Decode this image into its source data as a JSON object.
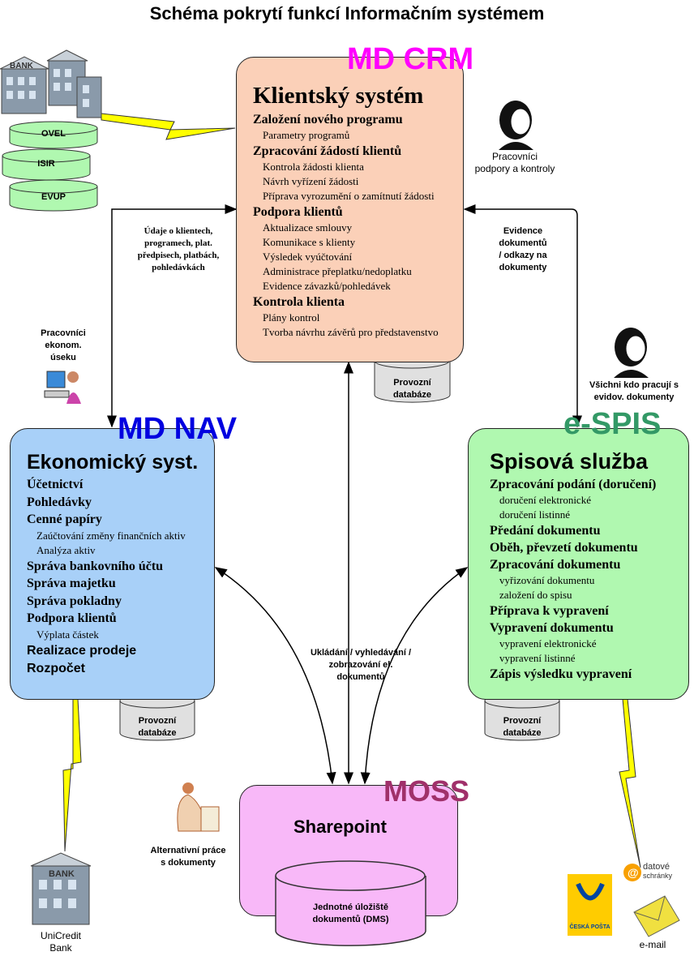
{
  "title": "Schéma pokrytí funkcí Informačním systémem",
  "crm": {
    "brand": "MD CRM",
    "brand_color": "#ff00ff",
    "fill": "#fbd0b8",
    "system": "Klientský systém",
    "lines": [
      {
        "t": "h",
        "text": "Založení nového programu"
      },
      {
        "t": "s",
        "text": "Parametry programů"
      },
      {
        "t": "h",
        "text": "Zpracování žádostí klientů"
      },
      {
        "t": "s",
        "text": "Kontrola žádosti klienta"
      },
      {
        "t": "s",
        "text": "Návrh vyřízení žádosti"
      },
      {
        "t": "s",
        "text": "Příprava vyrozumění o zamítnutí žádosti"
      },
      {
        "t": "h",
        "text": "Podpora klientů"
      },
      {
        "t": "s",
        "text": "Aktualizace smlouvy"
      },
      {
        "t": "s",
        "text": "Komunikace s klienty"
      },
      {
        "t": "s",
        "text": "Výsledek vyúčtování"
      },
      {
        "t": "s",
        "text": "Administrace přeplatku/nedoplatku"
      },
      {
        "t": "s",
        "text": "Evidence závazků/pohledávek"
      },
      {
        "t": "h",
        "text": "Kontrola klienta"
      },
      {
        "t": "s",
        "text": "Plány kontrol"
      },
      {
        "t": "s",
        "text": "Tvorba návrhu závěrů pro představenstvo"
      }
    ],
    "db": [
      "Provozní",
      "databáze"
    ]
  },
  "nav": {
    "brand": "MD NAV",
    "brand_color": "#0000e0",
    "fill": "#a8d0f8",
    "system": "Ekonomický syst.",
    "lines": [
      {
        "t": "h",
        "text": "Účetnictví"
      },
      {
        "t": "h",
        "text": "Pohledávky"
      },
      {
        "t": "h",
        "text": "Cenné papíry"
      },
      {
        "t": "s",
        "text": "Zaúčtování změny finančních aktiv"
      },
      {
        "t": "s",
        "text": "Analýza aktiv"
      },
      {
        "t": "h",
        "text": "Správa bankovního účtu"
      },
      {
        "t": "h",
        "text": "Správa majetku"
      },
      {
        "t": "h",
        "text": "Správa pokladny"
      },
      {
        "t": "h",
        "text": "Podpora klientů"
      },
      {
        "t": "s",
        "text": "Výplata částek"
      },
      {
        "t": "hs",
        "text": "Realizace prodeje"
      },
      {
        "t": "hs",
        "text": "Rozpočet"
      }
    ],
    "db": [
      "Provozní",
      "databáze"
    ]
  },
  "spis": {
    "brand": "e-SPIS",
    "brand_color": "#339966",
    "fill": "#b0f8b0",
    "system": "Spisová služba",
    "lines": [
      {
        "t": "h",
        "text": "Zpracování podání (doručení)"
      },
      {
        "t": "s",
        "text": "doručení elektronické"
      },
      {
        "t": "s",
        "text": "doručení listinné"
      },
      {
        "t": "h",
        "text": "Předání dokumentu"
      },
      {
        "t": "h",
        "text": "Oběh, převzetí dokumentu"
      },
      {
        "t": "h",
        "text": "Zpracování dokumentu"
      },
      {
        "t": "s",
        "text": "vyřizování dokumentu"
      },
      {
        "t": "s",
        "text": "založení do spisu"
      },
      {
        "t": "h",
        "text": "Příprava k vypravení"
      },
      {
        "t": "h",
        "text": "Vypravení dokumentu"
      },
      {
        "t": "s",
        "text": "vypravení elektronické"
      },
      {
        "t": "s",
        "text": "vypravení listinné"
      },
      {
        "t": "h",
        "text": "Zápis výsledku vypravení"
      }
    ],
    "db": [
      "Provozní",
      "databáze"
    ]
  },
  "moss": {
    "brand": "MOSS",
    "brand_color": "#a0306a",
    "fill": "#f8b8f8",
    "system": "Sharepoint",
    "db": [
      "Jednotné úložiště",
      "dokumentů (DMS)"
    ]
  },
  "registers": [
    "OVEL",
    "ISIR",
    "EVUP"
  ],
  "labels": {
    "support": [
      "Pracovníci",
      "podpory a kontroly"
    ],
    "econ": [
      "Pracovníci",
      "ekonom.",
      "úseku"
    ],
    "all": [
      "Všichni kdo pracují s",
      "evidov. dokumenty"
    ],
    "left_flow": [
      "Údaje o klientech,",
      "programech, plat.",
      "předpisech, platbách,",
      "pohledávkách"
    ],
    "right_flow": [
      "Evidence",
      "dokumentů",
      "/ odkazy na",
      "dokumenty"
    ],
    "center_flow": [
      "Ukládání / vyhledávání /",
      "zobrazování el.",
      "dokumentů"
    ],
    "alt": [
      "Alternativní práce",
      "s dokumenty"
    ],
    "bank": [
      "UniCredit",
      "Bank"
    ],
    "email": "e-mail",
    "bank_sign": "BANK",
    "posta": "ČESKÁ POŠTA",
    "datove": [
      "datové",
      "schránky"
    ]
  }
}
